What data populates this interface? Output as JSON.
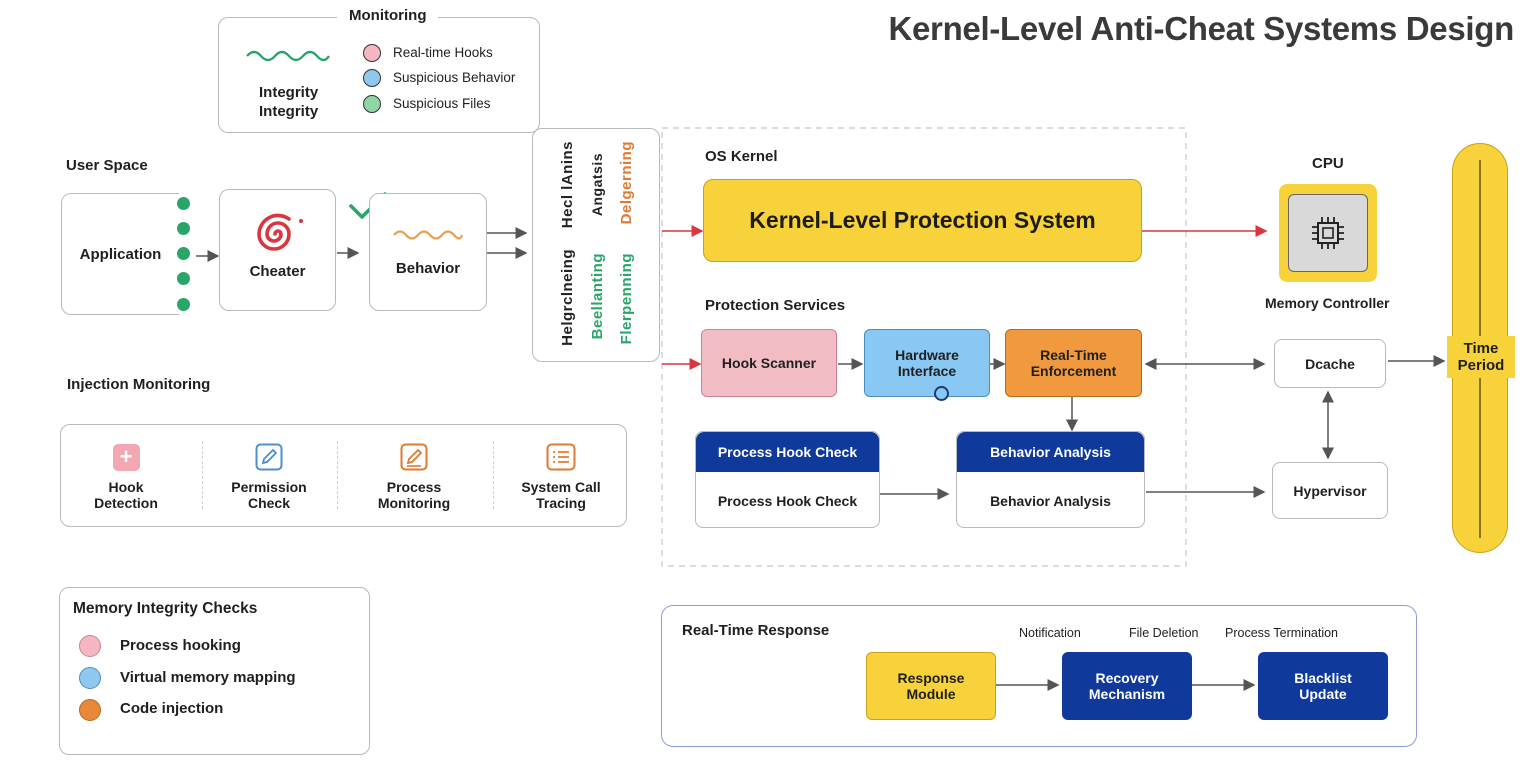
{
  "title": "Kernel-Level Anti-Cheat Systems Design",
  "monitoring": {
    "header": "Monitoring",
    "integrity_line1": "Integrity",
    "integrity_line2": "Integrity",
    "legend": [
      {
        "label": "Real-time Hooks",
        "color": "#f4b6c0"
      },
      {
        "label": "Suspicious Behavior",
        "color": "#8fc7ee"
      },
      {
        "label": "Suspicious Files",
        "color": "#8fd6a6"
      }
    ]
  },
  "user_space": {
    "label": "User Space",
    "application": "Application",
    "cheater": "Cheater",
    "behavior": "Behavior"
  },
  "vertical_panel": {
    "col1_top": "Hecl lAnins",
    "col2_top": "Angatsis",
    "col3_top": "Delgerning",
    "col1_bottom": "Helgrclneing",
    "col2_bottom": "Beellanting",
    "col3_bottom": "Flerpenning"
  },
  "os_kernel": {
    "label": "OS Kernel",
    "kernel_box": "Kernel-Level Protection System"
  },
  "cpu": {
    "label": "CPU",
    "memory_controller": "Memory Controller",
    "dcache": "Dcache",
    "hypervisor": "Hypervisor",
    "time_period_1": "Time",
    "time_period_2": "Period"
  },
  "protection_services": {
    "label": "Protection Services",
    "hook_scanner": "Hook Scanner",
    "hardware_interface_1": "Hardware",
    "hardware_interface_2": "Interface",
    "enforcement_1": "Real-Time",
    "enforcement_2": "Enforcement",
    "process_hook_header": "Process Hook Check",
    "process_hook_body": "Process Hook Check",
    "behavior_header": "Behavior Analysis",
    "behavior_body": "Behavior Analysis"
  },
  "injection_monitoring": {
    "label": "Injection Monitoring",
    "items": [
      {
        "line1": "Hook",
        "line2": "Detection",
        "icon": "plus-icon",
        "color": "#f08a9a"
      },
      {
        "line1": "Permission",
        "line2": "Check",
        "icon": "pencil-icon",
        "color": "#4a8fd6"
      },
      {
        "line1": "Process",
        "line2": "Monitoring",
        "icon": "edit-icon",
        "color": "#e07a30"
      },
      {
        "line1": "System Call",
        "line2": "Tracing",
        "icon": "list-icon",
        "color": "#e07a30"
      }
    ]
  },
  "memory_checks": {
    "label": "Memory Integrity Checks",
    "items": [
      {
        "label": "Process hooking",
        "color": "#f4b6c0"
      },
      {
        "label": "Virtual memory mapping",
        "color": "#8fc7ee"
      },
      {
        "label": "Code injection",
        "color": "#e8893a"
      }
    ]
  },
  "response": {
    "label": "Real-Time Response",
    "notification": "Notification",
    "file_deletion": "File Deletion",
    "process_termination": "Process Termination",
    "response_module_1": "Response",
    "response_module_2": "Module",
    "recovery_1": "Recovery",
    "recovery_2": "Mechanism",
    "blacklist_1": "Blacklist",
    "blacklist_2": "Update"
  },
  "colors": {
    "yellow": "#f8d23a",
    "navy": "#0f3a9c",
    "pink": "#f2bcc4",
    "light_blue": "#88c8f2",
    "orange": "#f0993f",
    "green": "#2aa56a"
  }
}
